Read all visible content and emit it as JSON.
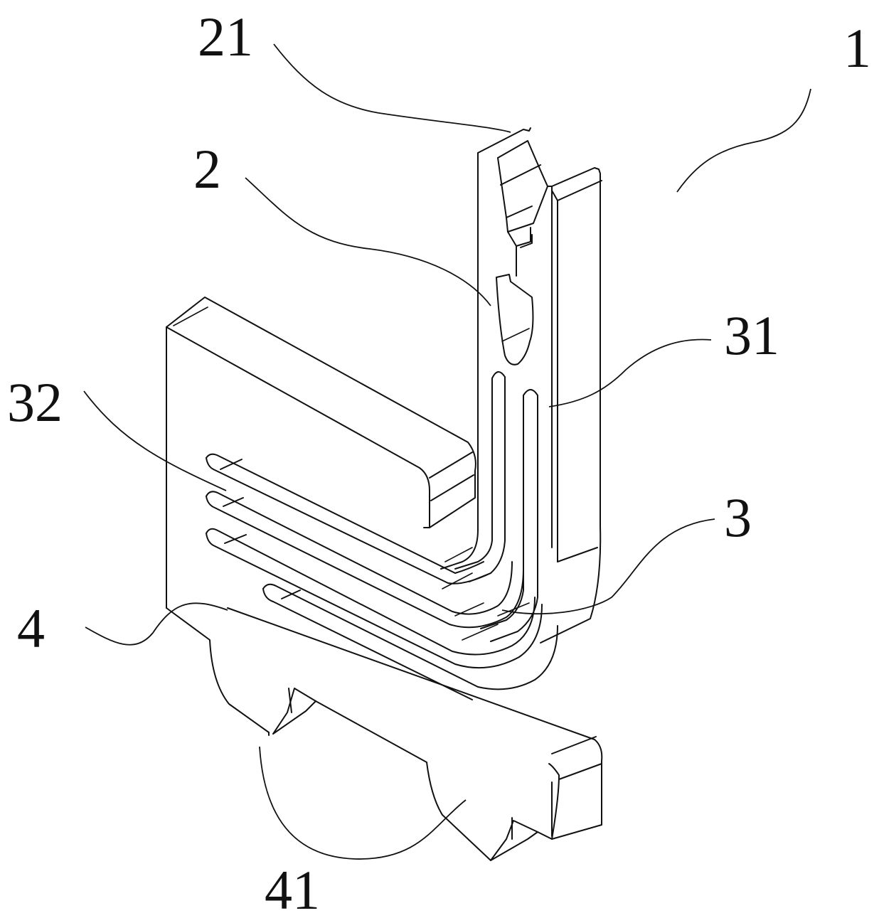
{
  "labels": {
    "l1": "1",
    "l2": "2",
    "l3": "3",
    "l4": "4",
    "l21": "21",
    "l31": "31",
    "l32": "32",
    "l41": "41"
  },
  "colors": {
    "line": "#111111",
    "background": "#ffffff"
  }
}
